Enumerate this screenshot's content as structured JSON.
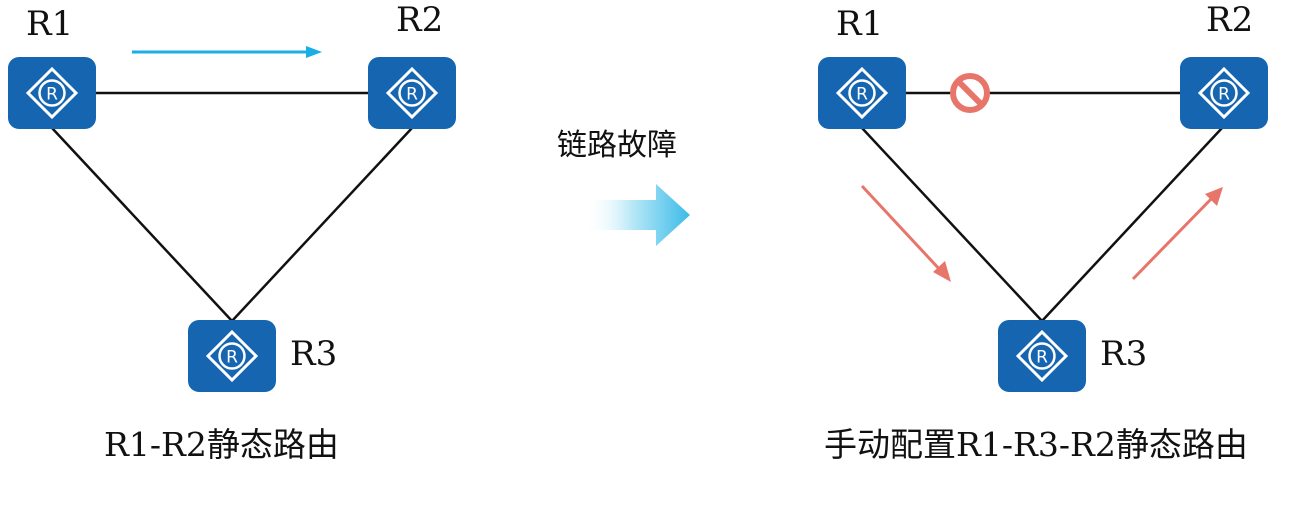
{
  "left": {
    "routers": {
      "r1": "R1",
      "r2": "R2",
      "r3": "R3"
    },
    "caption": "R1-R2静态路由"
  },
  "middle": {
    "label": "链路故障"
  },
  "right": {
    "routers": {
      "r1": "R1",
      "r2": "R2",
      "r3": "R3"
    },
    "caption": "手动配置R1-R3-R2静态路由"
  },
  "icons": {
    "router": "router-icon",
    "arrow_primary": "blue-arrow-icon",
    "arrow_transition": "gradient-right-arrow-icon",
    "arrow_backup": "red-arrow-icon",
    "link_fault": "prohibited-icon"
  },
  "colors": {
    "router_fill": "#1565b0",
    "link": "#111111",
    "primary_arrow": "#1aaee6",
    "backup_arrow": "#e8756a",
    "fault": "#e8756a"
  }
}
